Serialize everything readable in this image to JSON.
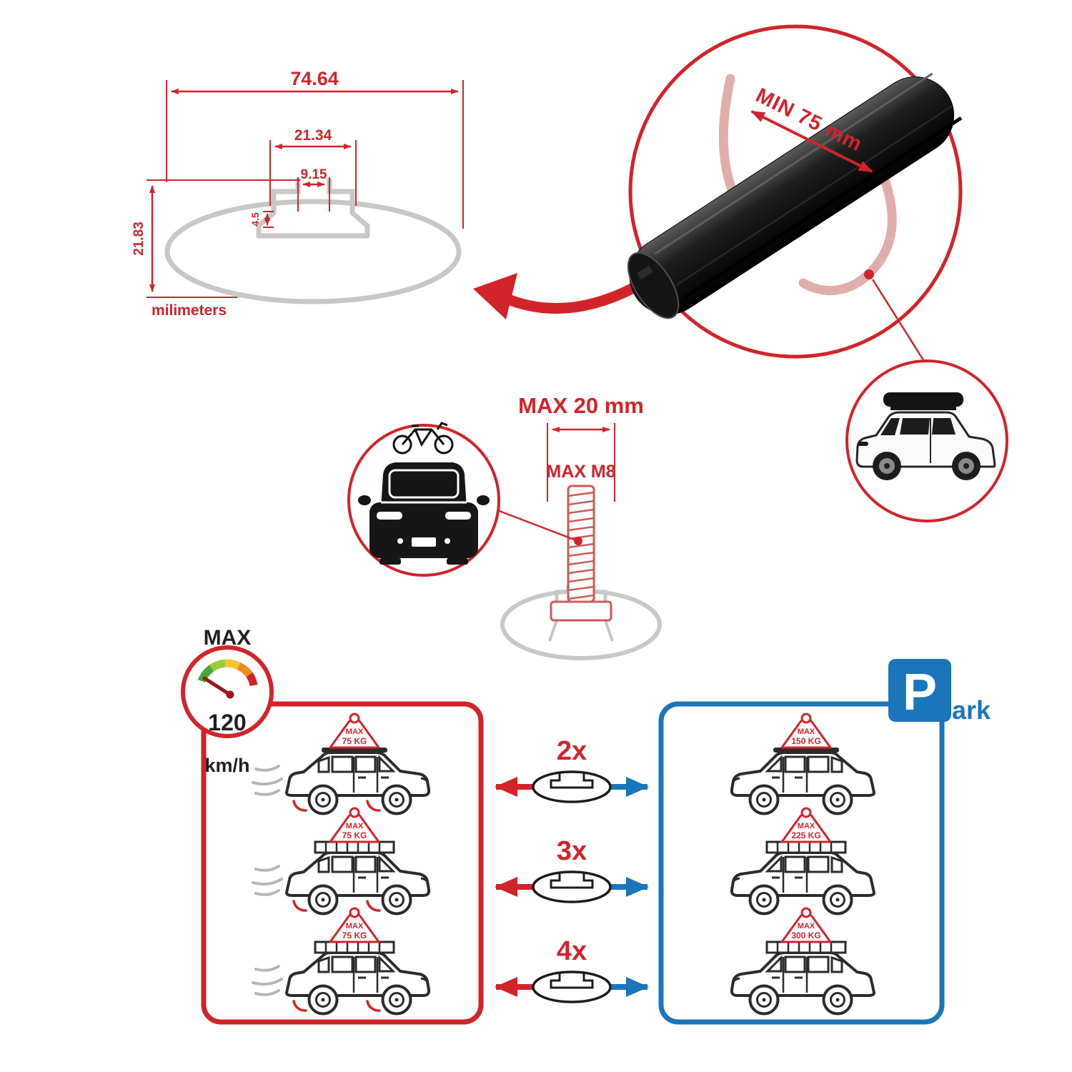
{
  "colors": {
    "red": "#d2232a",
    "blue": "#1b75bb",
    "gray": "#c7c7c6",
    "ghost_red": "#dfaeac",
    "ink": "#231f20"
  },
  "profile": {
    "total_width": "74.64",
    "slot_outer_width": "21.34",
    "slot_inner_width": "9.15",
    "slot_depth": "4.5",
    "total_height": "21.83",
    "units_label": "milimeters"
  },
  "bar_closeup": {
    "min_span_label": "MIN 75 mm"
  },
  "bolt": {
    "max_width_label": "MAX 20 mm",
    "max_thread_label": "MAX M8"
  },
  "speed_limit": {
    "label": "MAX",
    "value": "120",
    "units": "km/h"
  },
  "parking": {
    "initial": "P",
    "rest": "ark"
  },
  "comparison": {
    "rows": [
      {
        "multiplier": "2x",
        "drive_load": {
          "line1": "MAX",
          "line2": "75 KG"
        },
        "park_load": {
          "line1": "MAX",
          "line2": "150 KG"
        }
      },
      {
        "multiplier": "3x",
        "drive_load": {
          "line1": "MAX",
          "line2": "75 KG"
        },
        "park_load": {
          "line1": "MAX",
          "line2": "225 KG"
        }
      },
      {
        "multiplier": "4x",
        "drive_load": {
          "line1": "MAX",
          "line2": "75 KG"
        },
        "park_load": {
          "line1": "MAX",
          "line2": "300 KG"
        }
      }
    ]
  }
}
